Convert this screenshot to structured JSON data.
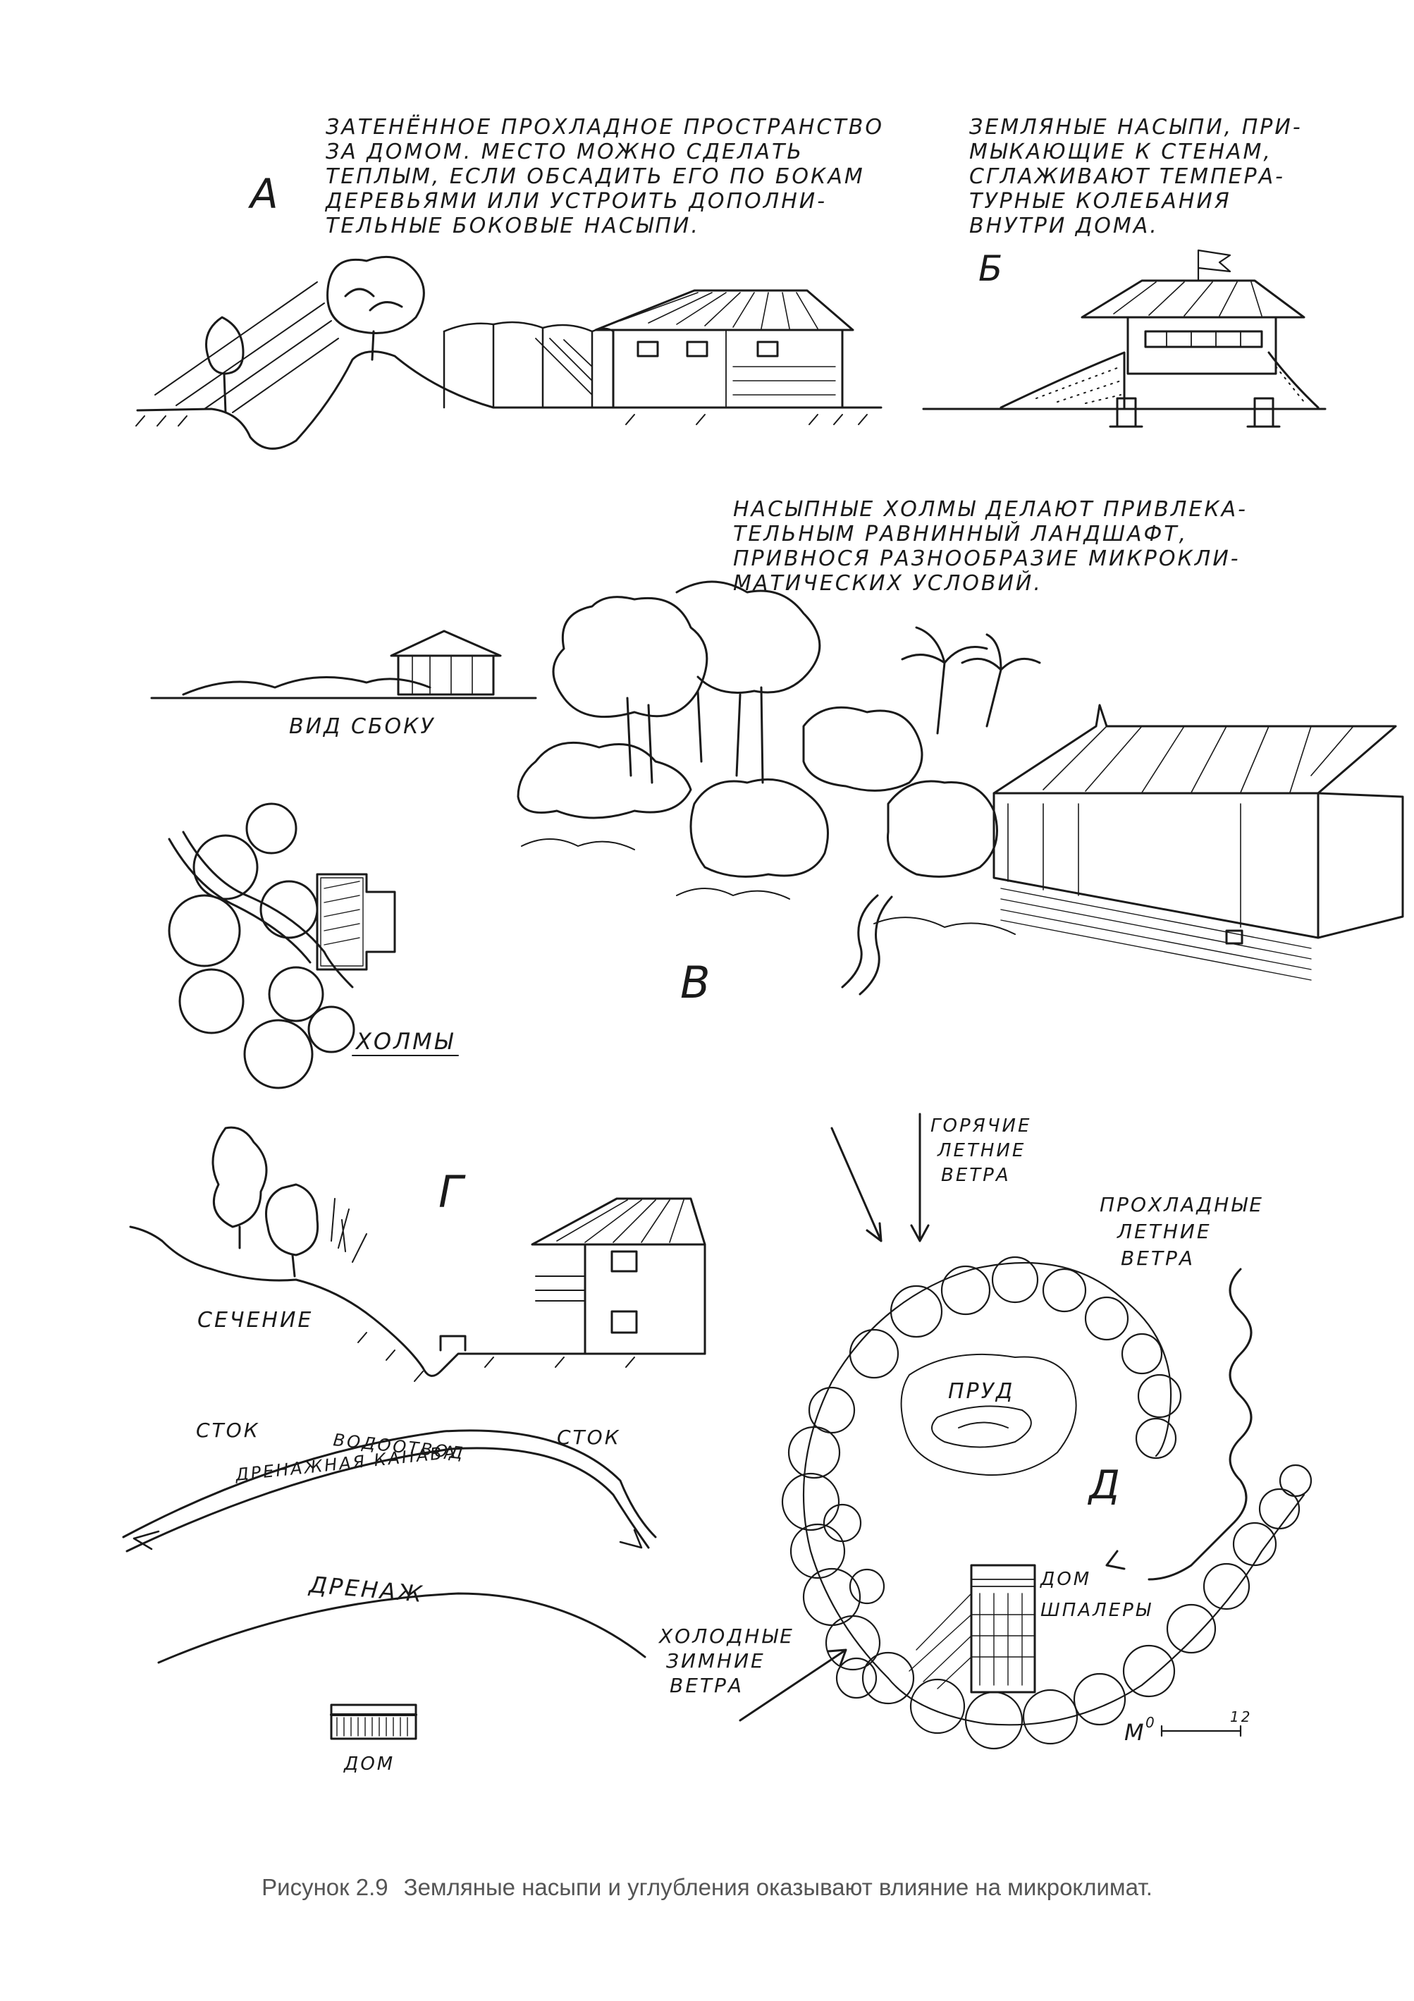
{
  "panel_a": {
    "letter": "А",
    "note_lines": [
      "ЗАТЕНЁННОЕ ПРОХЛАДНОЕ ПРОСТРАНСТВО",
      "ЗА ДОМОМ. МЕСТО МОЖНО СДЕЛАТЬ",
      "ТЕПЛЫМ, ЕСЛИ ОБСАДИТЬ ЕГО ПО БОКАМ",
      "ДЕРЕВЬЯМИ ИЛИ УСТРОИТЬ ДОПОЛНИ-",
      "ТЕЛЬНЫЕ БОКОВЫЕ НАСЫПИ."
    ]
  },
  "panel_b": {
    "letter": "Б",
    "note_lines": [
      "ЗЕМЛЯНЫЕ НАСЫПИ, ПРИ-",
      "МЫКАЮЩИЕ К СТЕНАМ,",
      "СГЛАЖИВАЮТ ТЕМПЕРА-",
      "ТУРНЫЕ КОЛЕБАНИЯ",
      "ВНУТРИ ДОМА."
    ]
  },
  "panel_v": {
    "letter": "В",
    "note_lines": [
      "НАСЫПНЫЕ ХОЛМЫ ДЕЛАЮТ ПРИВЛЕКА-",
      "ТЕЛЬНЫМ РАВНИННЫЙ ЛАНДШАФТ,",
      "ПРИВНОСЯ РАЗНООБРАЗИЕ МИКРОКЛИ-",
      "МАТИЧЕСКИХ УСЛОВИЙ."
    ],
    "side_view_label": "ВИД СБОКУ",
    "hills_label": "ХОЛМЫ"
  },
  "panel_g": {
    "letter": "Г",
    "section_label": "СЕЧЕНИЕ",
    "runoff_left": "СТОК",
    "runoff_right": "СТОК",
    "drain_channel": "ВОДООТВОД",
    "drain_ditch": "ДРЕНАЖНАЯ КАНАВА",
    "drainage": "ДРЕНАЖ",
    "house": "ДОМ"
  },
  "panel_d": {
    "letter": "Д",
    "hot_winds": [
      "ГОРЯЧИЕ",
      "ЛЕТНИЕ",
      "ВЕТРА"
    ],
    "cool_winds": [
      "ПРОХЛАДНЫЕ",
      "ЛЕТНИЕ",
      "ВЕТРА"
    ],
    "cold_winds": [
      "ХОЛОДНЫЕ",
      "ЗИМНИЕ",
      "ВЕТРА"
    ],
    "pond": "ПРУД",
    "house": "ДОМ",
    "trellis": "ШПАЛЕРЫ",
    "scale_letter": "М",
    "scale_zero": "0",
    "scale_max": "12"
  },
  "caption": {
    "number": "Рисунок 2.9",
    "text": "Земляные насыпи и углубления оказывают влияние на микроклимат."
  },
  "colors": {
    "ink": "#1a1a1a",
    "caption": "#555555",
    "paper": "#ffffff"
  }
}
